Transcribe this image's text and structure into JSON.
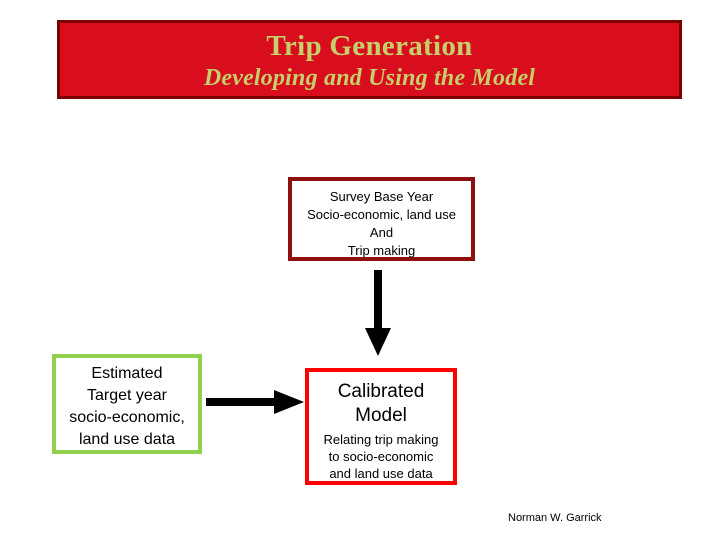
{
  "slide": {
    "background_color": "#ffffff",
    "banner": {
      "background_color": "#D80D1E",
      "border_color": "#7B0000",
      "text_color": "#C6D06A",
      "title": "Trip Generation",
      "subtitle": "Developing and Using the Model"
    },
    "boxes": [
      {
        "id": "survey-base-year",
        "border_color": "#8C1010",
        "lines": [
          "Survey Base Year",
          "Socio-economic, land use",
          "And",
          "Trip making"
        ]
      },
      {
        "id": "estimated-target-year",
        "border_color": "#92D050",
        "lines": [
          "Estimated",
          "Target year",
          "socio-economic,",
          "land use data"
        ]
      },
      {
        "id": "calibrated-model",
        "border_color": "#FF0000",
        "heading_lines": [
          "Calibrated",
          "Model"
        ],
        "lines": [
          "Relating trip making",
          "to socio-economic",
          "and land use data"
        ]
      }
    ],
    "arrows": [
      {
        "id": "survey-to-model",
        "direction": "down",
        "color": "#000000"
      },
      {
        "id": "target-to-model",
        "direction": "right",
        "color": "#000000"
      }
    ],
    "footer": {
      "credit": "Norman W. Garrick"
    }
  }
}
